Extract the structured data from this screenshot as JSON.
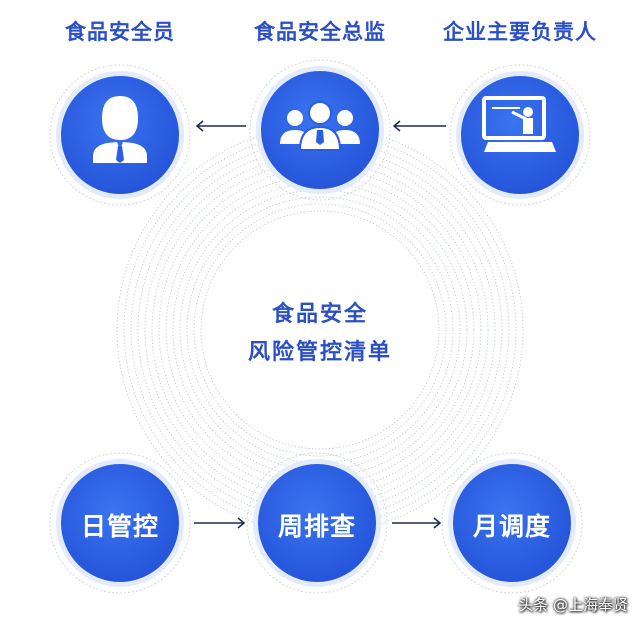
{
  "roles": [
    {
      "title": "食品安全员",
      "icon": "person-tie-icon"
    },
    {
      "title": "食品安全总监",
      "icon": "group-people-icon"
    },
    {
      "title": "企业主要负责人",
      "icon": "presenter-board-icon"
    }
  ],
  "center": {
    "line1": "食品安全",
    "line2": "风险管控清单"
  },
  "cycle": [
    {
      "label": "日管控"
    },
    {
      "label": "周排查"
    },
    {
      "label": "月调度"
    }
  ],
  "watermark": "头条 @上海奉贤",
  "colors": {
    "primary": "#2f5fe0",
    "dark": "#2b4fc4",
    "ring": "#b9c3d3"
  }
}
